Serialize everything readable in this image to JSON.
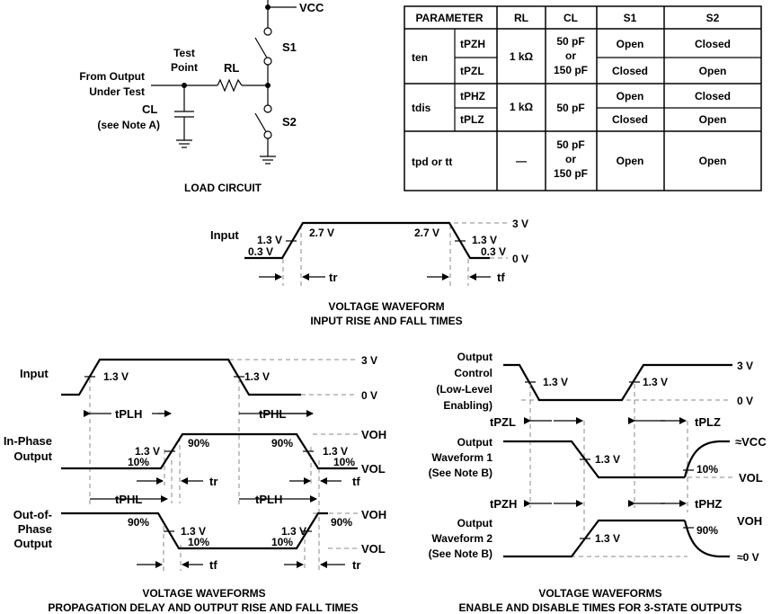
{
  "load_circuit": {
    "vcc": "VCC",
    "s1": "S1",
    "s2": "S2",
    "test_point": [
      "Test",
      "Point"
    ],
    "from_output": [
      "From Output",
      "Under Test"
    ],
    "rl": "RL",
    "cl": "CL",
    "note": "(see Note A)",
    "caption": "LOAD CIRCUIT"
  },
  "param_table": {
    "headers": [
      "PARAMETER",
      "RL",
      "CL",
      "S1",
      "S2"
    ],
    "ten": "ten",
    "tdis": "tdis",
    "tpzh": "tPZH",
    "tpzl": "tPZL",
    "tphz": "tPHZ",
    "tplz": "tPLZ",
    "tpd": "tpd or tt",
    "rl_1k": "1 kΩ",
    "rl_dash": "—",
    "cl_multi": [
      "50 pF",
      "or",
      "150 pF"
    ],
    "cl_50": "50 pF",
    "open": "Open",
    "closed": "Closed"
  },
  "input_waveform": {
    "label": "Input",
    "v3": "3 V",
    "v0": "0 V",
    "v27": "2.7 V",
    "v13": "1.3 V",
    "v03": "0.3 V",
    "tr": "tr",
    "tf": "tf",
    "caption": [
      "VOLTAGE WAVEFORM",
      "INPUT RISE AND FALL TIMES"
    ]
  },
  "prop_waveforms": {
    "input": "Input",
    "inphase": [
      "In-Phase",
      "Output"
    ],
    "outphase": [
      "Out-of-",
      "Phase",
      "Output"
    ],
    "v3": "3 V",
    "v0": "0 V",
    "voh": "VOH",
    "vol": "VOL",
    "v13": "1.3 V",
    "p90": "90%",
    "p10": "10%",
    "tplh": "tPLH",
    "tphl": "tPHL",
    "tr": "tr",
    "tf": "tf",
    "caption": [
      "VOLTAGE WAVEFORMS",
      "PROPAGATION DELAY AND OUTPUT RISE AND FALL TIMES"
    ]
  },
  "enable_waveforms": {
    "control": [
      "Output",
      "Control",
      "(Low-Level",
      "Enabling)"
    ],
    "wave1": [
      "Output",
      "Waveform 1",
      "(See Note B)"
    ],
    "wave2": [
      "Output",
      "Waveform 2",
      "(See Note B)"
    ],
    "v3": "3 V",
    "v0": "0 V",
    "vcc": "≈VCC",
    "vol": "VOL",
    "voh": "VOH",
    "zero": "≈0 V",
    "v13": "1.3 V",
    "p10": "10%",
    "p90": "90%",
    "tpzl": "tPZL",
    "tplz": "tPLZ",
    "tpzh": "tPZH",
    "tphz": "tPHZ",
    "caption": [
      "VOLTAGE WAVEFORMS",
      "ENABLE AND DISABLE TIMES FOR 3-STATE OUTPUTS"
    ]
  }
}
